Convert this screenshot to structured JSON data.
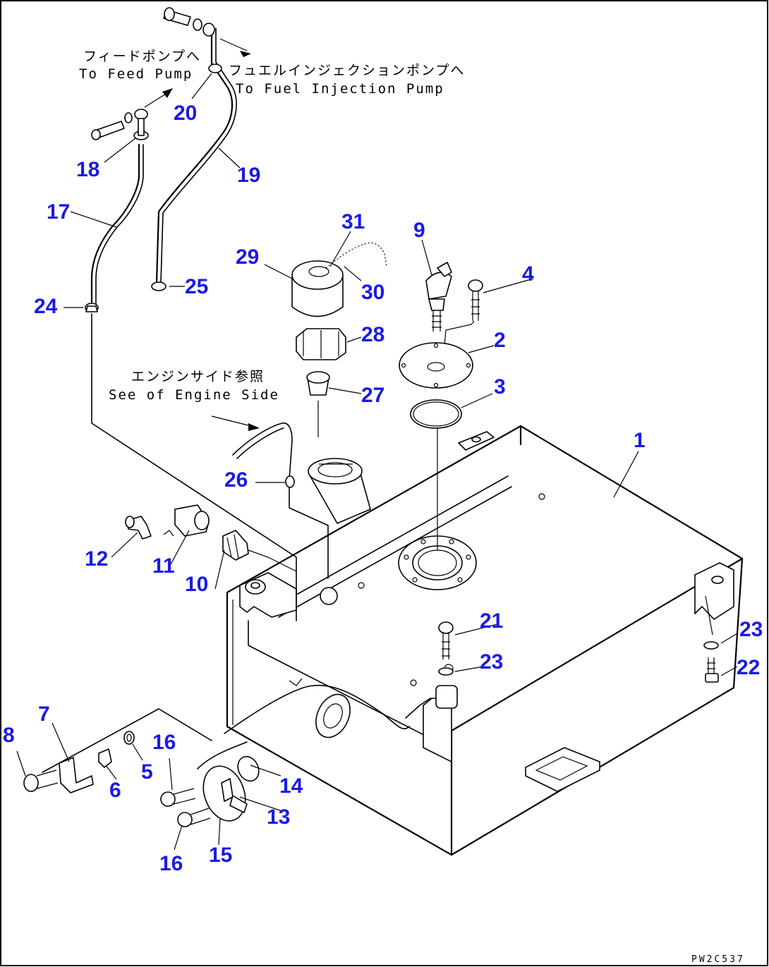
{
  "drawing_code": "PW2C537",
  "notes": {
    "feed_pump_jp": "フィードポンプへ",
    "feed_pump_en": "To Feed Pump",
    "injection_pump_jp": "フュエルインジェクションポンプへ",
    "injection_pump_en": "To Fuel Injection Pump",
    "engine_side_jp": "エンジンサイド参照",
    "engine_side_en": "See of Engine Side"
  },
  "callouts": {
    "n1": "1",
    "n2": "2",
    "n3": "3",
    "n4": "4",
    "n5": "5",
    "n6": "6",
    "n7": "7",
    "n8": "8",
    "n9": "9",
    "n10": "10",
    "n11": "11",
    "n12": "12",
    "n13": "13",
    "n14": "14",
    "n15": "15",
    "n16a": "16",
    "n16b": "16",
    "n17": "17",
    "n18": "18",
    "n19": "19",
    "n20": "20",
    "n21": "21",
    "n22": "22",
    "n23a": "23",
    "n23b": "23",
    "n24": "24",
    "n25": "25",
    "n26": "26",
    "n27": "27",
    "n28": "28",
    "n29": "29",
    "n30": "30",
    "n31": "31"
  },
  "colors": {
    "callout": "#1a1ae6",
    "line": "#000000",
    "background": "#ffffff"
  }
}
